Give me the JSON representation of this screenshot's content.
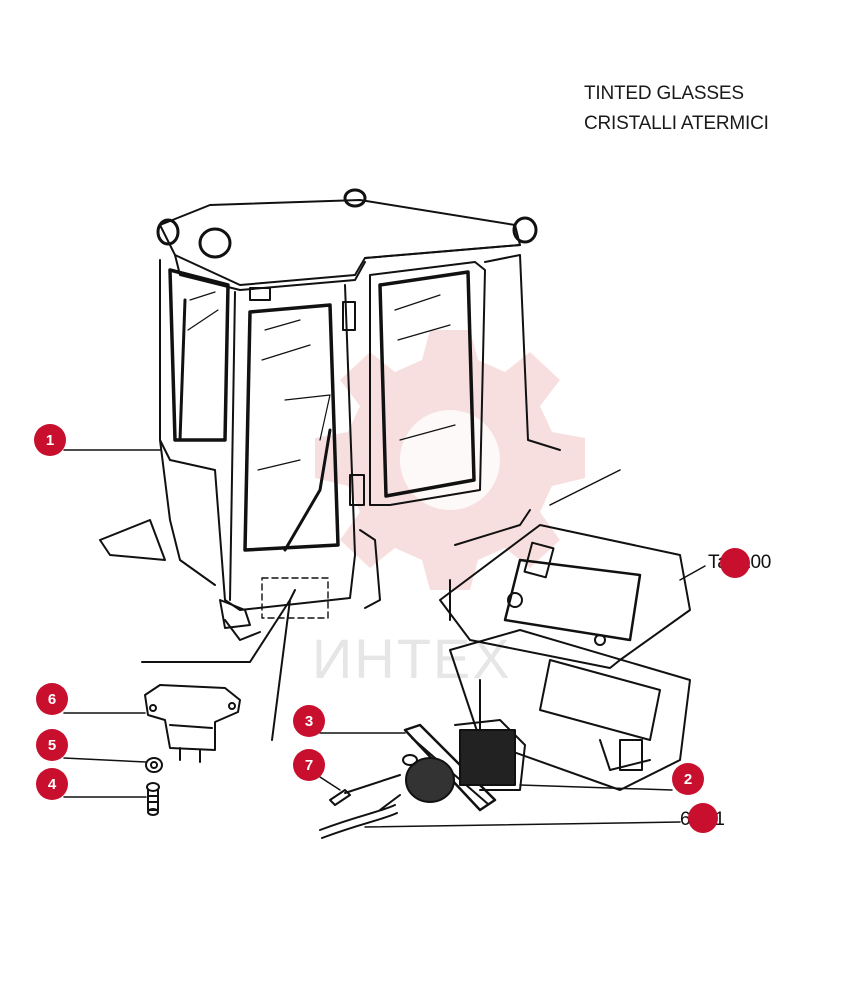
{
  "title": {
    "line1": "TINTED GLASSES",
    "line2": "CRISTALLI ATERMICI"
  },
  "references": {
    "tav": "Tav.100",
    "page": "6.711"
  },
  "callouts": [
    {
      "id": "c1",
      "label": "1"
    },
    {
      "id": "c2",
      "label": "2"
    },
    {
      "id": "c3",
      "label": "3"
    },
    {
      "id": "c4",
      "label": "4"
    },
    {
      "id": "c5",
      "label": "5"
    },
    {
      "id": "c6",
      "label": "6"
    },
    {
      "id": "c7",
      "label": "7"
    }
  ],
  "watermark": {
    "text": "ИНТЕХ",
    "color": "#e9a0a0"
  },
  "colors": {
    "callout": "#c8102e",
    "line": "#111111"
  }
}
